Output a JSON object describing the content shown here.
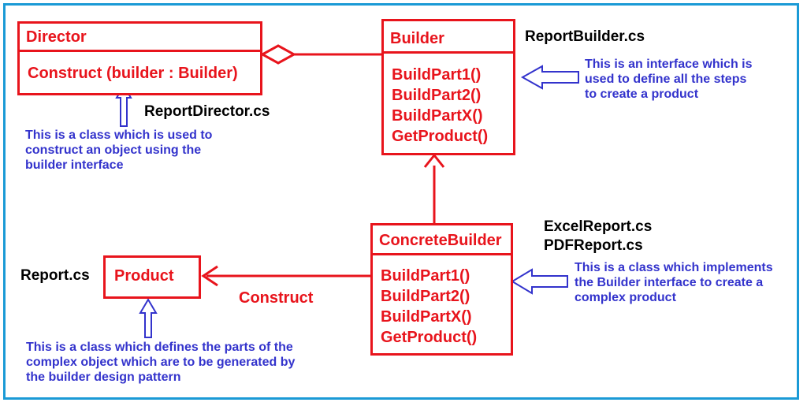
{
  "director": {
    "name": "Director",
    "operation": "Construct (builder : Builder)",
    "file": "ReportDirector.cs",
    "note": [
      "This is a class which is used to",
      "construct an object using the",
      "builder interface"
    ]
  },
  "builder": {
    "name": "Builder",
    "methods": [
      "BuildPart1()",
      "BuildPart2()",
      "BuildPartX()",
      "GetProduct()"
    ],
    "file": "ReportBuilder.cs",
    "note": [
      "This is an interface which is",
      "used to define all the steps",
      "to create a product"
    ]
  },
  "concrete_builder": {
    "name": "ConcreteBuilder",
    "methods": [
      "BuildPart1()",
      "BuildPart2()",
      "BuildPartX()",
      "GetProduct()"
    ],
    "files": [
      "ExcelReport.cs",
      "PDFReport.cs"
    ],
    "note": [
      "This is a class which implements",
      "the Builder interface to create a",
      "complex product"
    ]
  },
  "product": {
    "name": "Product",
    "file": "Report.cs",
    "note": [
      "This is a class which defines the parts of the",
      "complex object which are to be generated by",
      "the builder design pattern"
    ]
  },
  "relations": {
    "construct_label": "Construct"
  },
  "colors": {
    "uml": "#e8141c",
    "note": "#3333cc",
    "frame": "#1a9ad6"
  }
}
